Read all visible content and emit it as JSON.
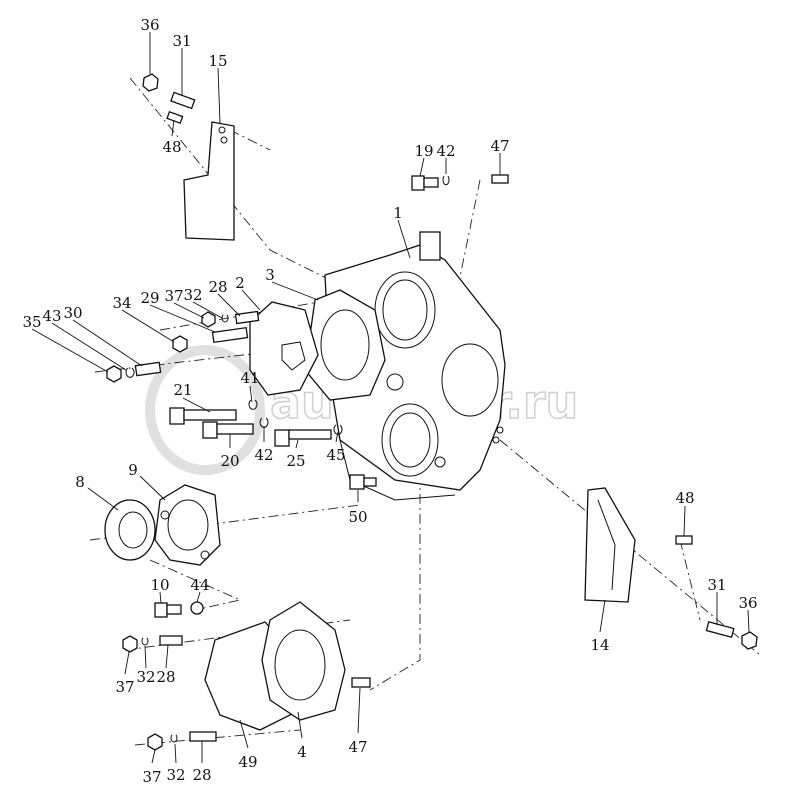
{
  "watermark": "autopiter.ru",
  "labels": {
    "p36a": "36",
    "p31a": "31",
    "p15": "15",
    "p48a": "48",
    "p19": "19",
    "p42a": "42",
    "p47a": "47",
    "p1": "1",
    "p2": "2",
    "p3": "3",
    "p28a": "28",
    "p32a": "32",
    "p37a": "37",
    "p29": "29",
    "p34": "34",
    "p30": "30",
    "p43": "43",
    "p35": "35",
    "p21": "21",
    "p41": "41",
    "p20": "20",
    "p42b": "42",
    "p25": "25",
    "p45": "45",
    "p50": "50",
    "p8": "8",
    "p9": "9",
    "p10": "10",
    "p44": "44",
    "p37b": "37",
    "p32b": "32",
    "p28b": "28",
    "p4": "4",
    "p47b": "47",
    "p49": "49",
    "p37c": "37",
    "p32c": "32",
    "p28c": "28",
    "p48b": "48",
    "p31b": "31",
    "p36b": "36",
    "p14": "14"
  }
}
